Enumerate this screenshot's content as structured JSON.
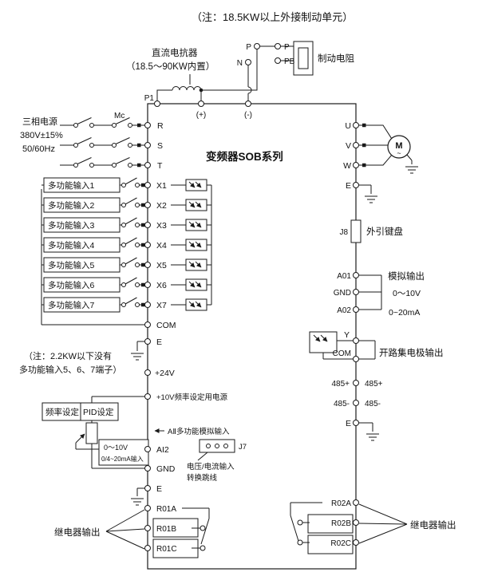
{
  "title": "变频器SOB系列",
  "notes": {
    "top": "（注：18.5KW以上外接制动单元）",
    "small_power_1": "（注：2.2KW以下没有",
    "small_power_2": "多功能输入5、6、7端子）"
  },
  "top_section": {
    "dc_reactor": "直流电抗器",
    "dc_reactor_sub": "（18.5～90KW内置）",
    "p1": "P1",
    "plus": "(+)",
    "minus": "(-)",
    "p_left": "P",
    "p_right": "P",
    "n": "N",
    "pb": "PB",
    "brake_resistor": "制动电阻"
  },
  "power_input": {
    "line1": "三相电源",
    "line2": "380V±15%",
    "line3": "50/60Hz",
    "mc": "Mc",
    "terminals": [
      "R",
      "S",
      "T"
    ]
  },
  "multi_inputs": {
    "items": [
      {
        "label": "多功能输入1",
        "terminal": "X1"
      },
      {
        "label": "多功能输入2",
        "terminal": "X2"
      },
      {
        "label": "多功能输入3",
        "terminal": "X3"
      },
      {
        "label": "多功能输入4",
        "terminal": "X4"
      },
      {
        "label": "多功能输入5",
        "terminal": "X5"
      },
      {
        "label": "多功能输入6",
        "terminal": "X6"
      },
      {
        "label": "多功能输入7",
        "terminal": "X7"
      }
    ],
    "com": "COM",
    "earth": "E",
    "v24": "+24V"
  },
  "analog_in": {
    "v10_label": "+10V频率设定用电源",
    "freq": "频率设定",
    "pid": "PID设定",
    "aii_label": "AⅡ多功能模拟输入",
    "range_line1": "0～10V",
    "range_line2": "0/4~20mA输入",
    "ai2": "AI2",
    "gnd": "GND",
    "j7": "J7",
    "jumper_line1": "电压/电流输入",
    "jumper_line2": "转换跳线",
    "earth": "E"
  },
  "relay1": {
    "label": "继电器输出",
    "a": "R01A",
    "b": "R01B",
    "c": "R01C"
  },
  "output": {
    "terminals": [
      "U",
      "V",
      "W"
    ],
    "earth": "E",
    "motor": "M",
    "motor_sub": "~"
  },
  "keypad": {
    "j8": "J8",
    "label": "外引键盘"
  },
  "analog_out": {
    "a01": "A01",
    "gnd": "GND",
    "a02": "A02",
    "label": "模拟输出",
    "range1": "0～10V",
    "range2": "0~20mA"
  },
  "collector": {
    "y": "Y",
    "com": "COM",
    "label": "开路集电极输出"
  },
  "comm": {
    "plus_inner": "485+",
    "plus_outer": "485+",
    "minus_inner": "485-",
    "minus_outer": "485-",
    "earth": "E"
  },
  "relay2": {
    "label": "继电器输出",
    "a": "R02A",
    "b": "R02B",
    "c": "R02C"
  }
}
